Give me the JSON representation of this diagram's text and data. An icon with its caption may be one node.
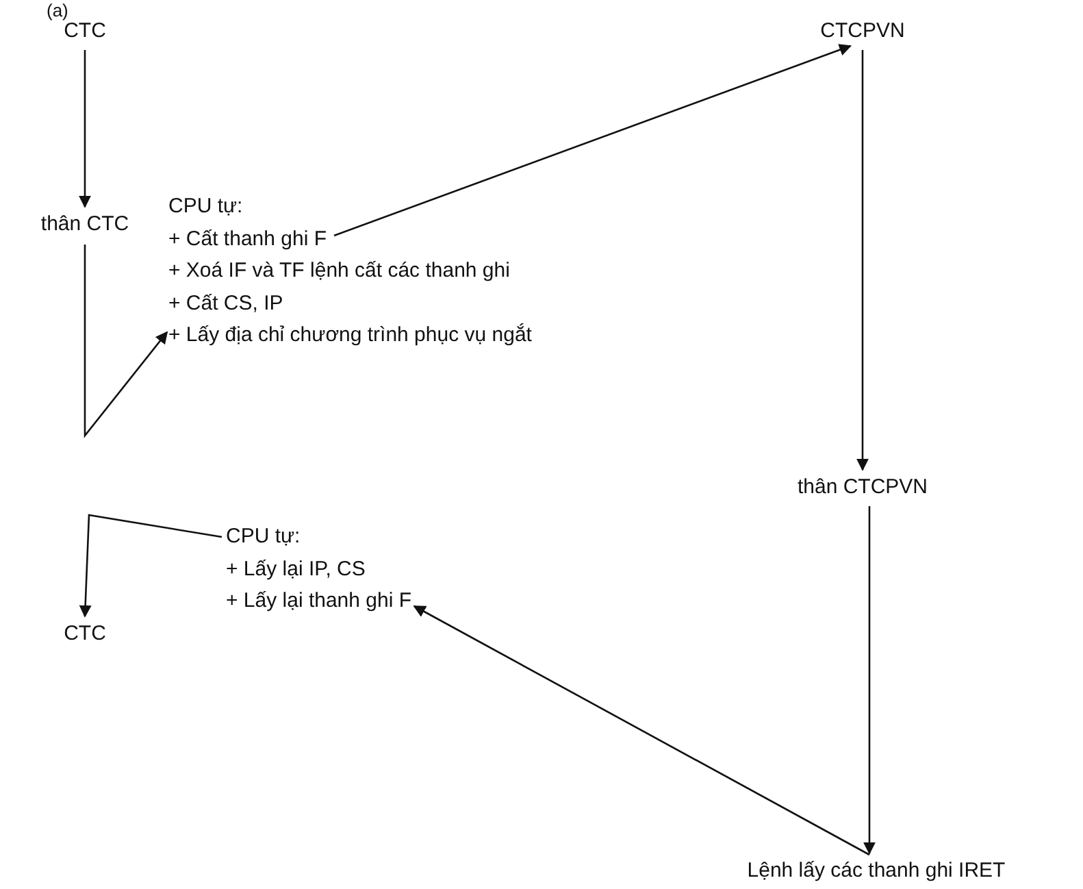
{
  "diagram": {
    "nodes": [
      {
        "text": [
          "CTC"
        ]
      },
      {
        "text": [
          "thân CTC"
        ]
      },
      {
        "text": [
          "CPU tự:",
          "+ Cất thanh ghi F",
          "+ Xoá IF và TF lệnh cất các thanh ghi",
          "+ Cất CS, IP",
          "+ Lấy địa chỉ chương trình phục vụ ngắt"
        ]
      },
      {
        "text": [
          "CTCPVN"
        ]
      },
      {
        "text": [
          "thân CTCPVN"
        ]
      },
      {
        "text": [
          "CPU tự:",
          "+ Lấy lại IP, CS",
          "+ Lấy lại thanh ghi F"
        ]
      },
      {
        "text": [
          "CTC"
        ]
      },
      {
        "text": [
          "Lệnh lấy các thanh ghi IRET"
        ]
      }
    ],
    "edges": [
      {
        "from": 0,
        "to": 1,
        "arrow": "to"
      },
      {
        "from": 1,
        "to": 2,
        "arrow": "to"
      },
      {
        "from": 2,
        "to": 3,
        "arrow": "to"
      },
      {
        "from": 3,
        "to": 4,
        "arrow": "to"
      },
      {
        "from": 4,
        "to": 7,
        "arrow": "to"
      },
      {
        "from": 7,
        "to": 5,
        "arrow": "to"
      },
      {
        "from": 5,
        "to": 6,
        "arrow": "to"
      }
    ],
    "labels": [
      "(a)"
    ]
  }
}
